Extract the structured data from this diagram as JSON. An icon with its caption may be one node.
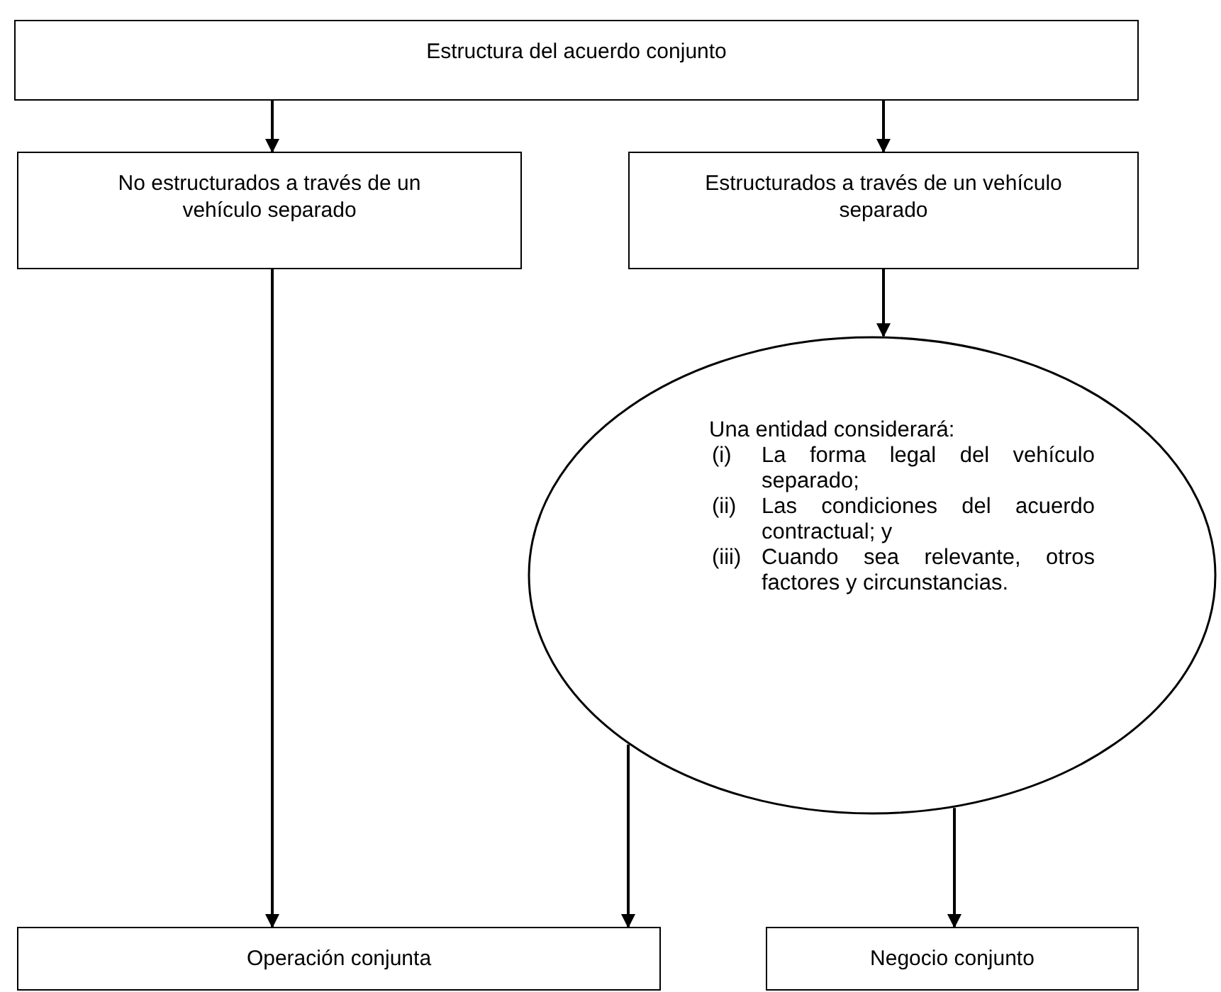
{
  "diagram": {
    "nodes": [
      {
        "text": [
          "Estructura del acuerdo conjunto"
        ]
      },
      {
        "text": [
          "No estructurados a través de un vehículo separado"
        ]
      },
      {
        "text": [
          "Estructurados a través de un vehículo separado"
        ]
      },
      {
        "text": [
          "Una entidad considerará:",
          "(i)",
          "La forma legal del vehículo separado;",
          "(ii)",
          "Las condiciones del acuerdo contractual; y",
          "(iii)",
          "Cuando sea relevante, otros factores y circunstancias."
        ]
      },
      {
        "text": [
          "Operación conjunta"
        ]
      },
      {
        "text": [
          "Negocio conjunto"
        ]
      }
    ],
    "edges": [
      {
        "from": 0,
        "to": 1,
        "arrow": "to"
      },
      {
        "from": 0,
        "to": 2,
        "arrow": "to"
      },
      {
        "from": 2,
        "to": 3,
        "arrow": "to"
      },
      {
        "from": 1,
        "to": 4,
        "arrow": "to"
      },
      {
        "from": 3,
        "to": 4,
        "arrow": "to"
      },
      {
        "from": 3,
        "to": 5,
        "arrow": "to"
      }
    ]
  }
}
